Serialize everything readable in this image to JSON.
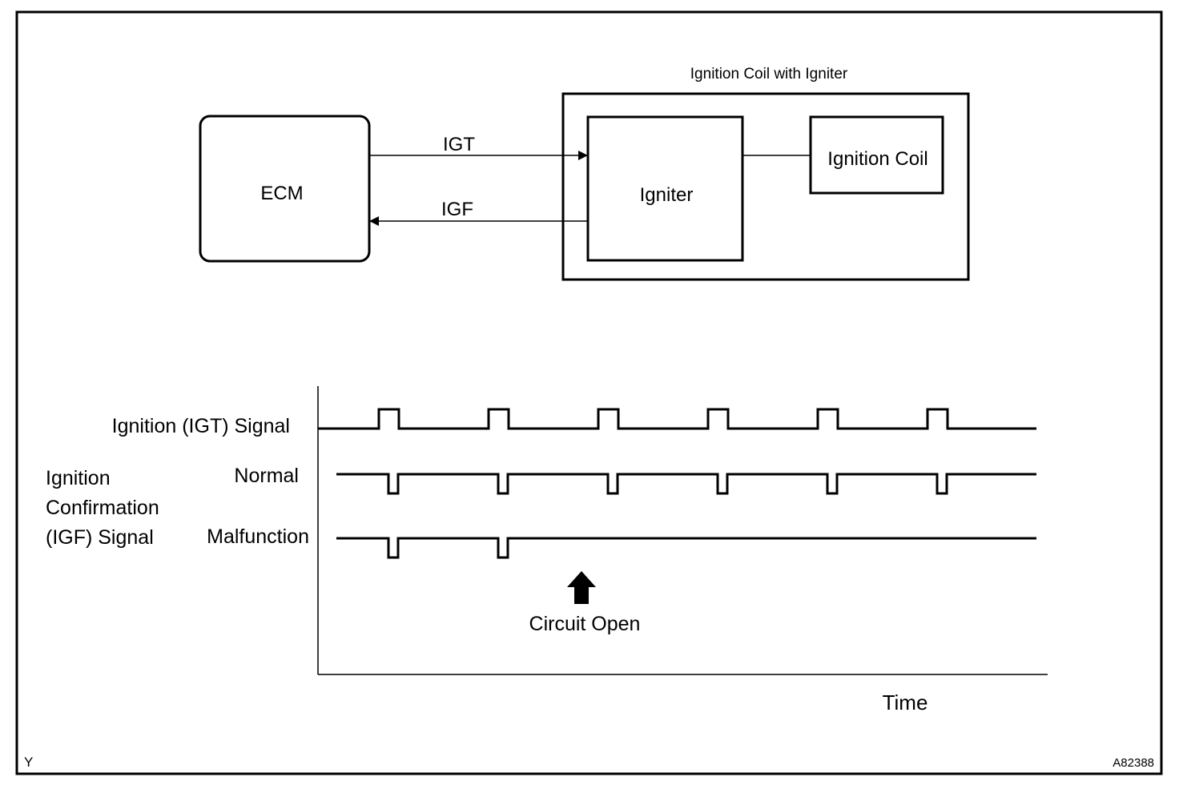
{
  "block_diagram": {
    "assembly_label": "Ignition Coil with Igniter",
    "ecm_label": "ECM",
    "igniter_label": "Igniter",
    "coil_label": "Ignition Coil",
    "igt_label": "IGT",
    "igf_label": "IGF"
  },
  "timing_chart": {
    "igt_signal_label": "Ignition (IGT) Signal",
    "igf_group_label_lines": [
      "Ignition",
      "Confirmation",
      "(IGF) Signal"
    ],
    "normal_label": "Normal",
    "malfunction_label": "Malfunction",
    "event_label": "Circuit Open",
    "x_axis_label": "Time",
    "igt_pulse_count": 6,
    "igf_normal_pulse_count": 6,
    "igf_malfunction_pulse_count": 2
  },
  "corner_labels": {
    "bottom_left": "Y",
    "bottom_right": "A82388"
  }
}
